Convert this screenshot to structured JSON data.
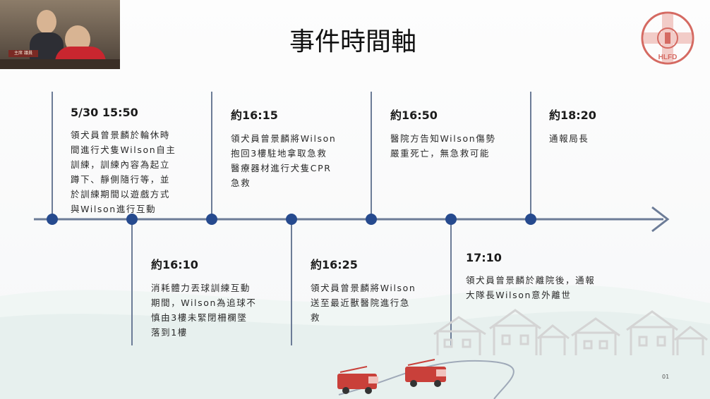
{
  "slide": {
    "title": "事件時間軸",
    "page_number": "01",
    "logo": {
      "name": "HLFD",
      "text": "HLFD",
      "color": "#d56a62"
    },
    "video_inset": {
      "nameplate": "主席 議員"
    },
    "colors": {
      "timeline": "#6c7c97",
      "node": "#264a8e",
      "houses": "#d9d9d9",
      "trucks": "#c9403a"
    }
  },
  "events_top": [
    {
      "time": "5/30 15:50",
      "desc": "領犬員曾景麟於輪休時\n間進行犬隻Wilson自主\n訓練，訓練內容為起立\n蹲下、靜側隨行等，並\n於訓練期間以遊戲方式\n與Wilson進行互動"
    },
    {
      "time": "約16:15",
      "desc": "領犬員曾景麟將Wilson\n抱回3樓駐地拿取急救\n醫療器材進行犬隻CPR\n急救"
    },
    {
      "time": "約16:50",
      "desc": "醫院方告知Wilson傷勢\n嚴重死亡，無急救可能"
    },
    {
      "time": "約18:20",
      "desc": "通報局長"
    }
  ],
  "events_bottom": [
    {
      "time": "約16:10",
      "desc": "消耗體力丟球訓練互動\n期間，Wilson為追球不\n慎由3樓未緊閉柵欄墜\n落到1樓"
    },
    {
      "time": "約16:25",
      "desc": "領犬員曾景麟將Wilson\n送至最近獸醫院進行急\n救"
    },
    {
      "time": "17:10",
      "desc": "領犬員曾景麟於離院後，通報\n大隊長Wilson意外離世"
    }
  ]
}
